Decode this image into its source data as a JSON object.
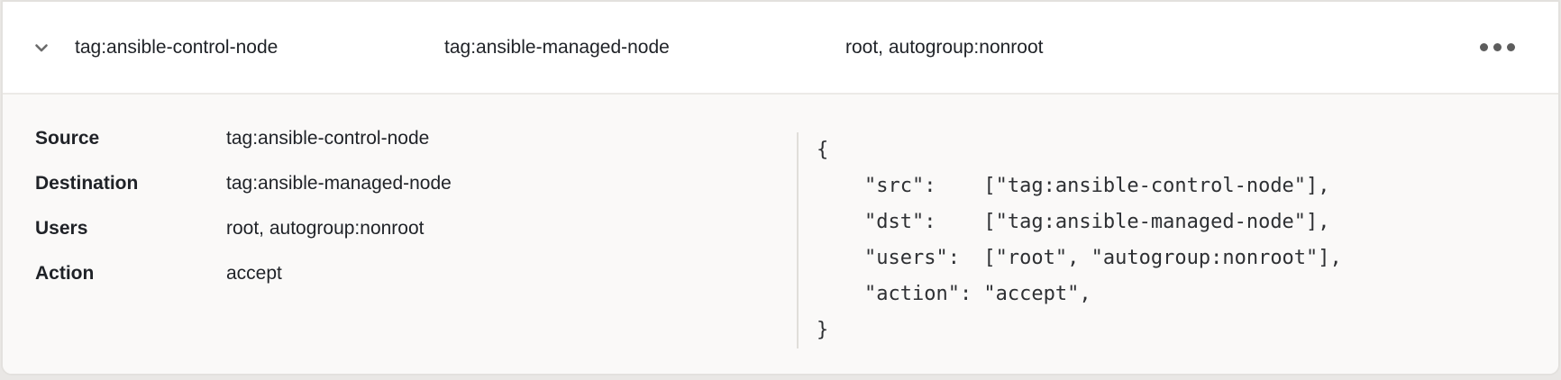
{
  "header": {
    "source": "tag:ansible-control-node",
    "destination": "tag:ansible-managed-node",
    "users": "root, autogroup:nonroot"
  },
  "details": {
    "rows": [
      {
        "label": "Source",
        "value": "tag:ansible-control-node"
      },
      {
        "label": "Destination",
        "value": "tag:ansible-managed-node"
      },
      {
        "label": "Users",
        "value": "root, autogroup:nonroot"
      },
      {
        "label": "Action",
        "value": "accept"
      }
    ]
  },
  "code": {
    "text": "{\n    \"src\":    [\"tag:ansible-control-node\"],\n    \"dst\":    [\"tag:ansible-managed-node\"],\n    \"users\":  [\"root\", \"autogroup:nonroot\"],\n    \"action\": \"accept\",\n}"
  },
  "icons": {
    "expand": "chevron-down-icon",
    "more": "ellipsis-icon"
  },
  "colors": {
    "page_bg": "#e9e7e5",
    "card_bg": "#ffffff",
    "panel_bg": "#faf9f8",
    "border": "#e3e1de",
    "text": "#1f2227",
    "icon": "#5d5d5d"
  }
}
